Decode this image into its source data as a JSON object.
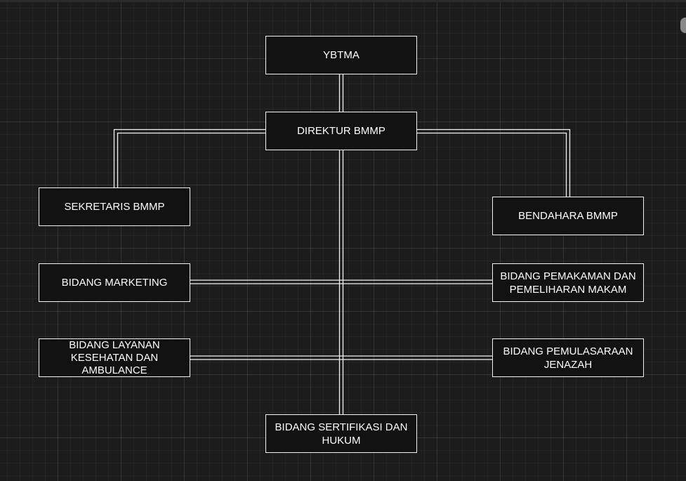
{
  "diagram": {
    "nodes": {
      "ybtma": "YBTMA",
      "direktur": "DIREKTUR BMMP",
      "sekretaris": "SEKRETARIS BMMP",
      "bendahara": "BENDAHARA BMMP",
      "marketing": "BIDANG MARKETING",
      "pemakaman": "BIDANG PEMAKAMAN DAN\nPEMELIHARAN MAKAM",
      "layanan": "BIDANG LAYANAN\nKESEHATAN DAN\nAMBULANCE",
      "pemulasaraan": "BIDANG PEMULASARAAN\nJENAZAH",
      "sertifikasi": "BIDANG SERTIFIKASI DAN\nHUKUM"
    },
    "colors": {
      "background": "#1c1c1c",
      "node_fill": "#121212",
      "stroke": "#f2f2f2",
      "text": "#ffffff"
    }
  }
}
